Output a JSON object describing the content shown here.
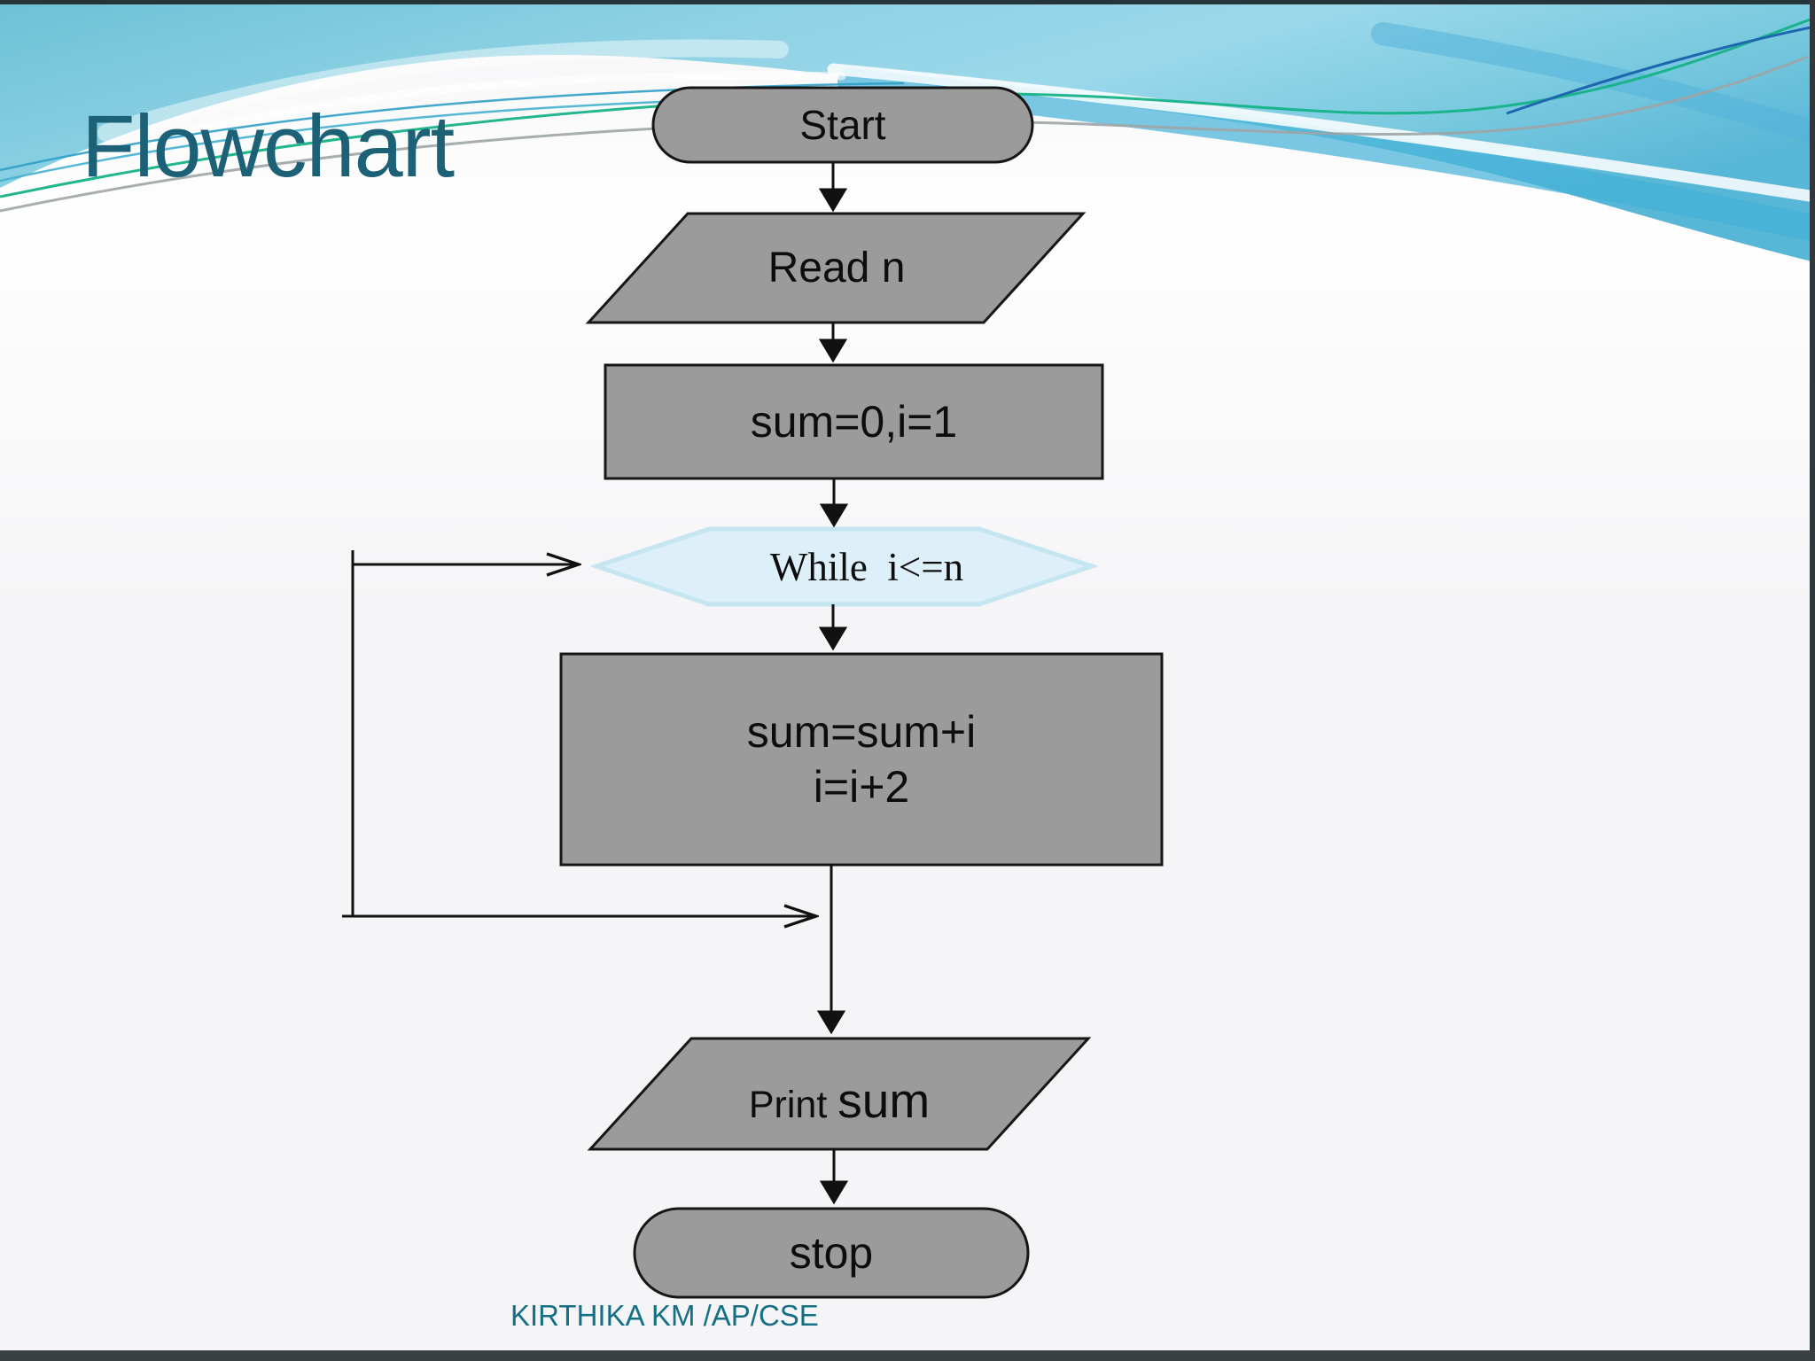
{
  "slide": {
    "title": "Flowchart",
    "footer": "KIRTHIKA KM /AP/CSE"
  },
  "flowchart": {
    "start": {
      "label": "Start"
    },
    "read": {
      "label": "Read n"
    },
    "init": {
      "label": "sum=0,i=1"
    },
    "loop_condition": {
      "label": "While  i<=n"
    },
    "body": {
      "line1": "sum=sum+i",
      "line2": "i=i+2"
    },
    "print": {
      "label_small": "Print ",
      "label_large": "sum"
    },
    "stop": {
      "label": "stop"
    }
  },
  "colors": {
    "node_fill": "#9b9b9b",
    "node_border": "#161616",
    "decision_fill": "#ddeff8",
    "decision_border": "#c5e5f1",
    "arrow": "#111111",
    "title_text": "#1d6177",
    "footer_text": "#156f85",
    "wave_teal": "#72c3d6",
    "wave_deep_teal": "#41b1d7",
    "accent_green": "#16b287",
    "accent_gray": "#9fa4a6",
    "accent_blue": "#2f9ec6",
    "accent_navy": "#1d66b0",
    "slide_background": "#f5f5f7"
  }
}
